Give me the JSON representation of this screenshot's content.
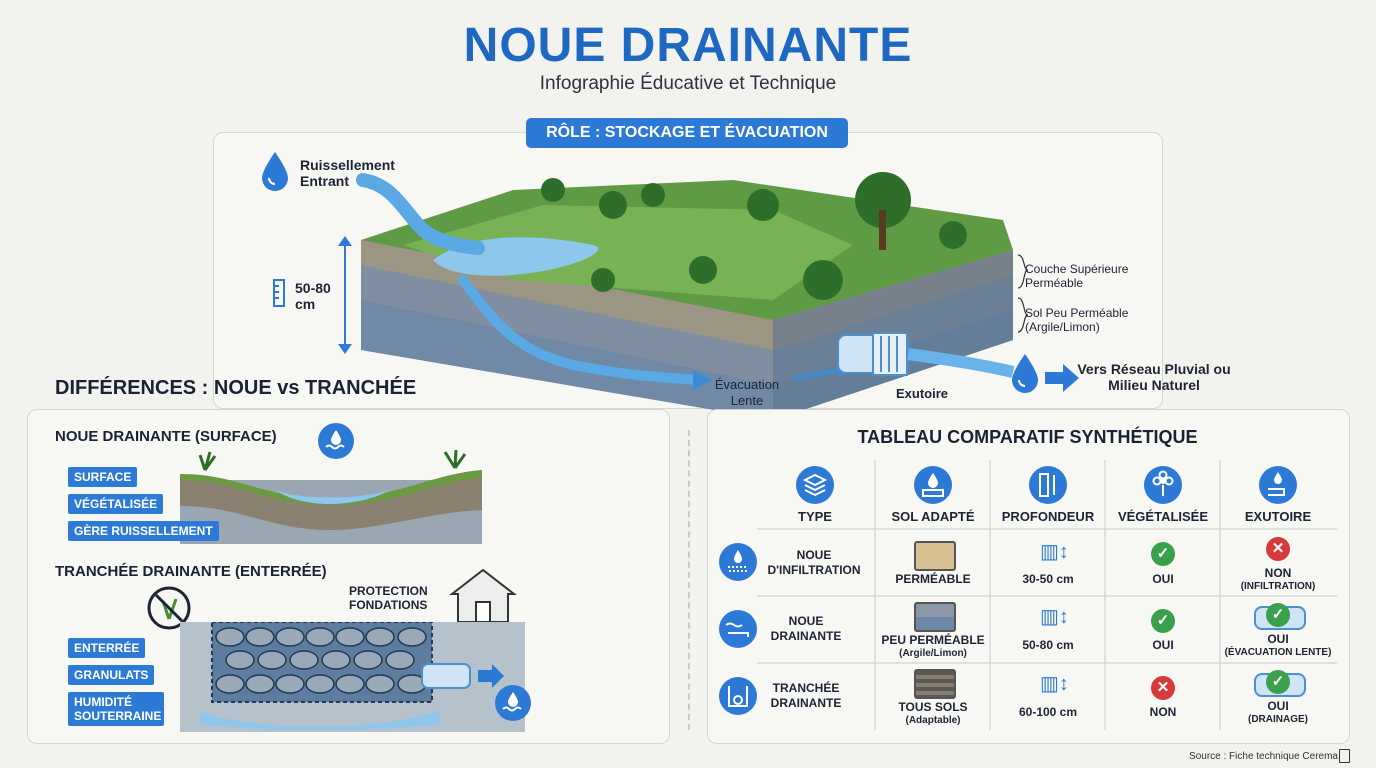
{
  "header": {
    "title": "NOUE DRAINANTE",
    "subtitle": "Infographie Éducative et Technique"
  },
  "diagram": {
    "role_label": "RÔLE : STOCKAGE ET ÉVACUATION",
    "runoff_label": "Ruissellement Entrant",
    "depth_label": "50-80 cm",
    "layer_top": "Couche Supérieure Perméable",
    "layer_bottom": "Sol Peu Perméable (Argile/Limon)",
    "slow_drain": "Évacuation Lente",
    "outlet": "Exutoire",
    "destination": "Vers Réseau Pluvial ou Milieu Naturel"
  },
  "differences": {
    "title": "DIFFÉRENCES : NOUE vs TRANCHÉE",
    "noue_title": "NOUE DRAINANTE (SURFACE)",
    "noue_tags": [
      "SURFACE",
      "VÉGÉTALISÉE",
      "GÈRE RUISSELLEMENT"
    ],
    "tranchee_title": "TRANCHÉE DRAINANTE (ENTERRÉE)",
    "tranchee_tags": [
      "ENTERRÉE",
      "GRANULATS",
      "HUMIDITÉ SOUTERRAINE"
    ],
    "protection": "PROTECTION FONDATIONS"
  },
  "table": {
    "title": "TABLEAU COMPARATIF SYNTHÉTIQUE",
    "headers": [
      "TYPE",
      "SOL ADAPTÉ",
      "PROFONDEUR",
      "VÉGÉTALISÉE",
      "EXUTOIRE"
    ],
    "rows": [
      {
        "type": "NOUE D'INFILTRATION",
        "soil": "PERMÉABLE",
        "soil_note": "",
        "depth": "30-50 cm",
        "veg": "OUI",
        "veg_ok": true,
        "outlet": "NON",
        "outlet_note": "(INFILTRATION)",
        "outlet_ok": false
      },
      {
        "type": "NOUE DRAINANTE",
        "soil": "PEU PERMÉABLE",
        "soil_note": "(Argile/Limon)",
        "depth": "50-80 cm",
        "veg": "OUI",
        "veg_ok": true,
        "outlet": "OUI",
        "outlet_note": "(ÉVACUATION LENTE)",
        "outlet_ok": true
      },
      {
        "type": "TRANCHÉE DRAINANTE",
        "soil": "TOUS SOLS",
        "soil_note": "(Adaptable)",
        "depth": "60-100 cm",
        "veg": "NON",
        "veg_ok": false,
        "outlet": "OUI",
        "outlet_note": "(DRAINAGE)",
        "outlet_ok": true
      }
    ]
  },
  "source": "Source : Fiche technique Cerema",
  "colors": {
    "accent": "#2d7ad6",
    "title": "#1f68c2",
    "ok": "#3aa04b",
    "no": "#d63a3a"
  }
}
